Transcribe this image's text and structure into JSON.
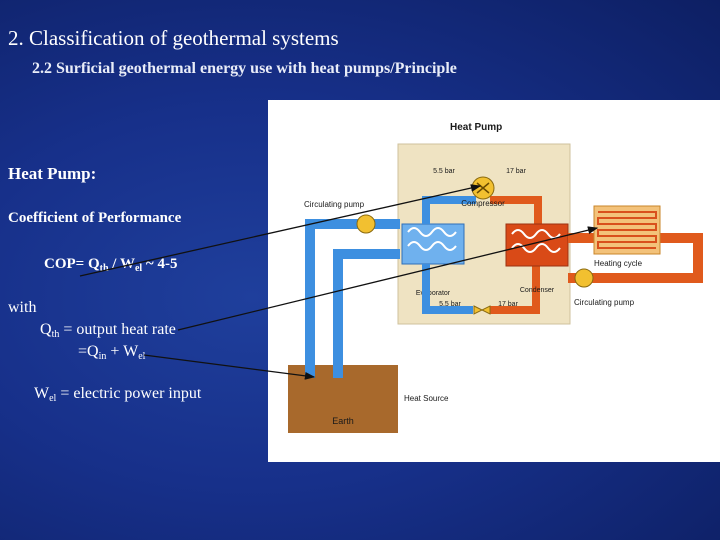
{
  "slide": {
    "title": "2. Classification of geothermal systems",
    "subtitle": "2.2 Surficial geothermal energy use with heat pumps/Principle"
  },
  "left_text": {
    "heat_pump_label": "Heat Pump:",
    "cop_heading": "Coefficient of  Performance",
    "cop_formula_prefix": "COP= Q",
    "cop_sub_th": "th",
    "cop_formula_mid": " / W",
    "cop_sub_el": "el",
    "cop_formula_suffix": " ~ 4-5",
    "with_label": "with",
    "qth_symbol": "Q",
    "qth_sub": "th",
    "qth_def": " = output heat rate",
    "qth_eq_prefix": "=Q",
    "qth_eq_sub_in": "in",
    "qth_eq_mid": " + W",
    "qth_eq_sub_el": "el",
    "wel_symbol": "W",
    "wel_sub": "el",
    "wel_def": " = electric power input"
  },
  "figure": {
    "title": "Heat Pump",
    "pressure_low_top": "5.5 bar",
    "pressure_high_top": "17 bar",
    "compressor_label": "Compressor",
    "circulating_pump_left": "Circulating pump",
    "heating_cycle": "Heating cycle",
    "evaporator": "Evaporator",
    "condenser": "Condenser",
    "pressure_low_bottom": "5.5 bar",
    "pressure_high_bottom": "17 bar",
    "circulating_pump_right": "Circulating pump",
    "heat_source": "Heat Source",
    "earth": "Earth"
  },
  "colors": {
    "background": "#17308a",
    "cold_pipe": "#3d8fe0",
    "hot_pipe": "#e05a1c",
    "housing": "#efe3c2",
    "earth": "#a8692c"
  }
}
